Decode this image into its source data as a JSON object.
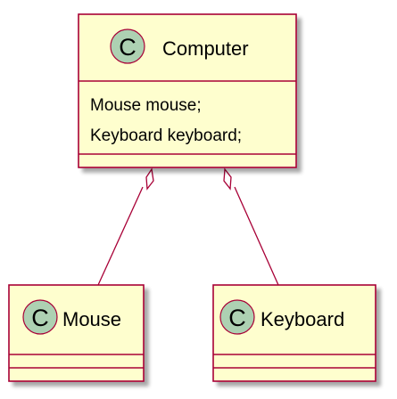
{
  "diagram": {
    "type": "uml-class",
    "colors": {
      "class_fill": "#FEFECE",
      "class_border": "#A80036",
      "stereotype_circle_fill": "#ADD1B2",
      "relation_line": "#A80036",
      "text": "#000000",
      "shadow": "#C8C8C8"
    },
    "classes": [
      {
        "id": "computer",
        "stereotype_letter": "C",
        "name": "Computer",
        "fields": [
          "Mouse mouse;",
          "Keyboard keyboard;"
        ],
        "methods": []
      },
      {
        "id": "mouse",
        "stereotype_letter": "C",
        "name": "Mouse",
        "fields": [],
        "methods": []
      },
      {
        "id": "keyboard",
        "stereotype_letter": "C",
        "name": "Keyboard",
        "fields": [],
        "methods": []
      }
    ],
    "relations": [
      {
        "from": "computer",
        "to": "mouse",
        "type": "aggregation",
        "decoration": "hollow-diamond-at-source"
      },
      {
        "from": "computer",
        "to": "keyboard",
        "type": "aggregation",
        "decoration": "hollow-diamond-at-source"
      }
    ]
  }
}
